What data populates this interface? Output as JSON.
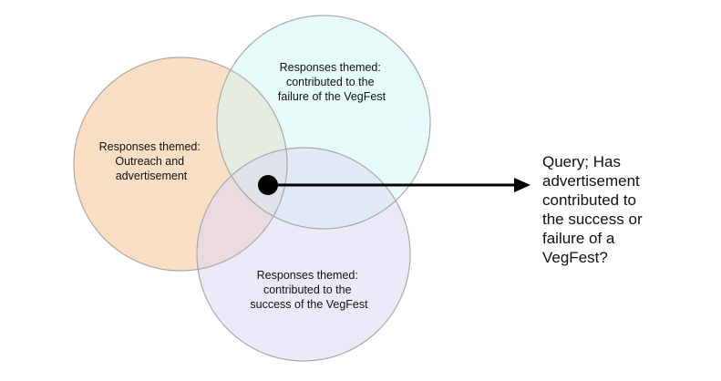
{
  "diagram": {
    "circles": [
      {
        "id": "outreach",
        "lines": [
          "Responses themed:",
          "Outreach and",
          "advertisement"
        ],
        "fill": "#f9d2ac",
        "stroke": "#a9a9a9"
      },
      {
        "id": "failure",
        "lines": [
          "Responses themed:",
          "contributed to the",
          "failure of the VegFest"
        ],
        "fill": "#d3f7f7",
        "stroke": "#a9a9a9"
      },
      {
        "id": "success",
        "lines": [
          "Responses themed:",
          "contributed to the",
          "success of the VegFest"
        ],
        "fill": "#ddd9f2",
        "stroke": "#a9a9a9"
      }
    ],
    "query": {
      "lines": [
        "Query; Has",
        "advertisement",
        "contributed to",
        "the success or",
        "failure of a",
        "VegFest?"
      ]
    },
    "arrow_color": "#000000"
  }
}
